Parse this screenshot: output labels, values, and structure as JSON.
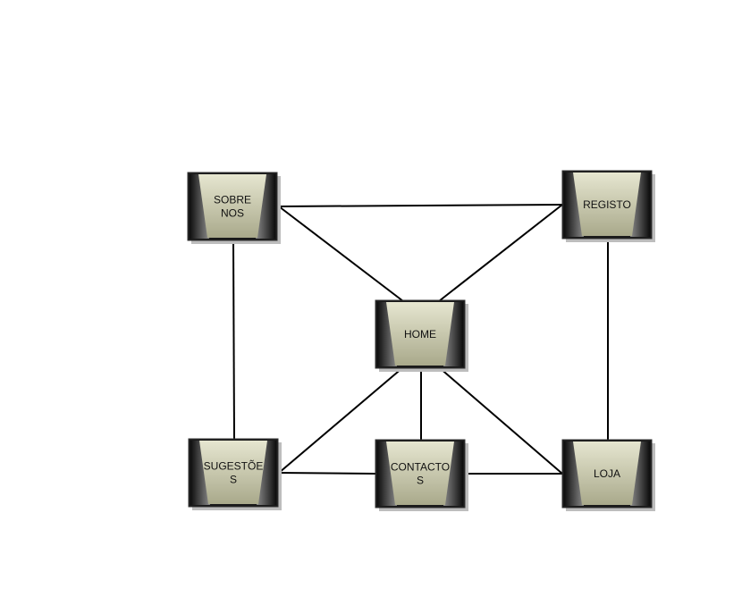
{
  "diagram": {
    "nodes": [
      {
        "id": "sobre-nos",
        "lines": [
          "SOBRE",
          "NOS"
        ]
      },
      {
        "id": "registo",
        "lines": [
          "REGISTO"
        ]
      },
      {
        "id": "home",
        "lines": [
          "HOME"
        ]
      },
      {
        "id": "sugestoes",
        "lines": [
          "SUGESTÕE",
          "S"
        ]
      },
      {
        "id": "contactos",
        "lines": [
          "CONTACTO",
          "S"
        ]
      },
      {
        "id": "loja",
        "lines": [
          "LOJA"
        ]
      }
    ],
    "edges": [
      [
        "sobre-nos",
        "registo"
      ],
      [
        "sobre-nos",
        "home"
      ],
      [
        "registo",
        "home"
      ],
      [
        "sobre-nos",
        "sugestoes"
      ],
      [
        "registo",
        "loja"
      ],
      [
        "home",
        "sugestoes"
      ],
      [
        "home",
        "contactos"
      ],
      [
        "home",
        "loja"
      ],
      [
        "sugestoes",
        "contactos"
      ],
      [
        "contactos",
        "loja"
      ]
    ],
    "colors": {
      "edge": "#000000",
      "box_dark": "#1a1a1a",
      "box_mid": "#6e6e6e",
      "panel_top": "#e6e6d0",
      "panel_bottom": "#a9a98b",
      "shadow": "#bdbdbd"
    }
  }
}
